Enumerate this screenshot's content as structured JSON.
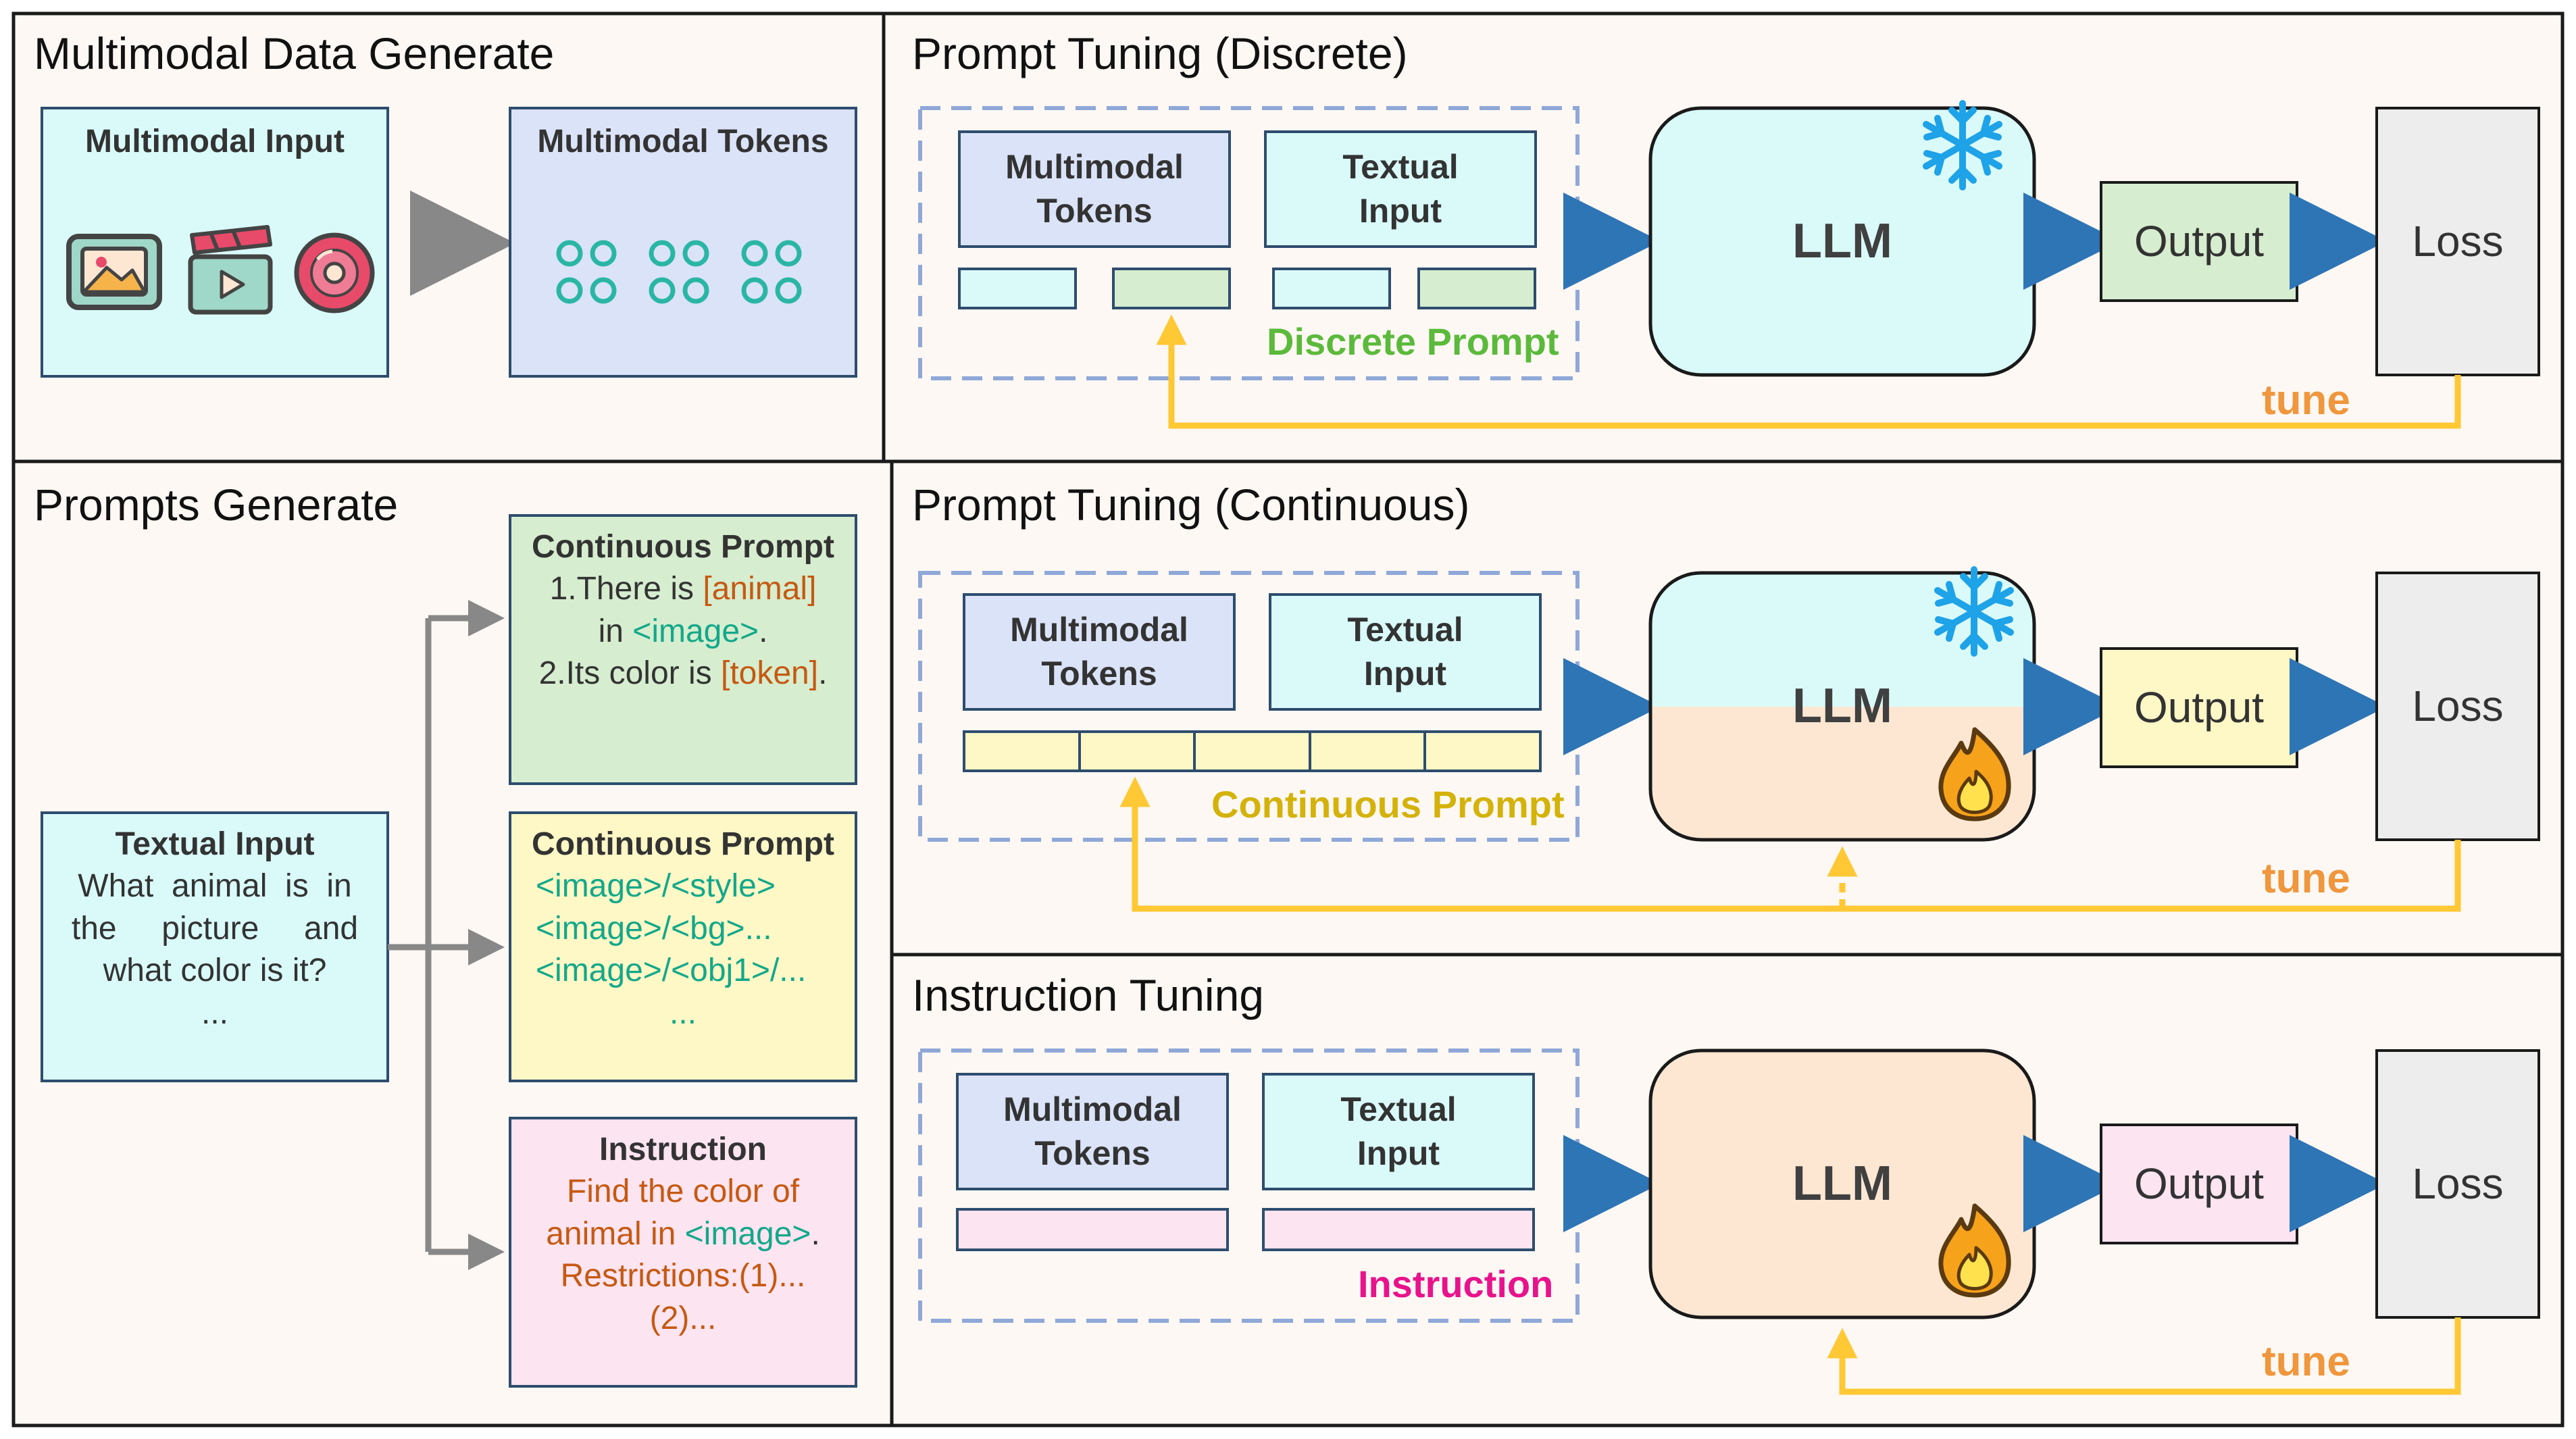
{
  "panels": {
    "multimodal_generate": {
      "title": "Multimodal Data Generate",
      "input_label": "Multimodal Input",
      "tokens_label": "Multimodal Tokens"
    },
    "prompts_generate": {
      "title": "Prompts Generate",
      "textual_input": {
        "heading": "Textual Input",
        "line1": "What  animal  is  in",
        "line2": "the     picture     and",
        "line3": "what color is it?",
        "line4": "..."
      },
      "continuous_prompt_1": {
        "heading": "Continuous Prompt",
        "l1a": "1.There is ",
        "l1b": "[animal]",
        "l2a": "in ",
        "l2b": "<image>",
        "l2c": ".",
        "l3a": "2.Its color is ",
        "l3b": "[token]",
        "l3c": "."
      },
      "continuous_prompt_2": {
        "heading": "Continuous Prompt",
        "l1": "<image>/<style>",
        "l2": "<image>/<bg>...",
        "l3": "<image>/<obj1>/...",
        "l4": "..."
      },
      "instruction": {
        "heading": "Instruction",
        "l1": "Find the color of",
        "l2a": "animal in ",
        "l2b": "<image>",
        "l2c": ".",
        "l3": "Restrictions:(1)...",
        "l4": "(2)..."
      }
    },
    "discrete": {
      "title": "Prompt Tuning (Discrete)",
      "mm_line1": "Multimodal",
      "mm_line2": "Tokens",
      "ti_line1": "Textual",
      "ti_line2": "Input",
      "prompt_label": "Discrete Prompt",
      "llm": "LLM",
      "output": "Output",
      "loss": "Loss",
      "tune": "tune"
    },
    "continuous": {
      "title": "Prompt Tuning (Continuous)",
      "mm_line1": "Multimodal",
      "mm_line2": "Tokens",
      "ti_line1": "Textual",
      "ti_line2": "Input",
      "prompt_label": "Continuous Prompt",
      "llm": "LLM",
      "output": "Output",
      "loss": "Loss",
      "tune": "tune"
    },
    "instruction_tuning": {
      "title": "Instruction Tuning",
      "mm_line1": "Multimodal",
      "mm_line2": "Tokens",
      "ti_line1": "Textual",
      "ti_line2": "Input",
      "prompt_label": "Instruction",
      "llm": "LLM",
      "output": "Output",
      "loss": "Loss",
      "tune": "tune"
    }
  },
  "icons": [
    "image-icon",
    "video-clapper-icon",
    "disc-icon",
    "snowflake-icon",
    "fire-icon"
  ],
  "colors": {
    "background": "#fdf8f3",
    "cyan_box": "#dafafa",
    "blue_box": "#dbe3f8",
    "green_box": "#d6edcf",
    "yellow_box": "#fef7c6",
    "pink_box": "#fde4f1",
    "peach": "#fde7d3",
    "loss_gray": "#ededed",
    "arrow_blue": "#2e75b6",
    "tune_line": "#ffc834",
    "tune_text": "#f0963c",
    "discrete_label": "#5bba3b",
    "continuous_label": "#d4b20a",
    "instruction_label": "#e8138c",
    "token_teal": "#2ab6a4"
  }
}
